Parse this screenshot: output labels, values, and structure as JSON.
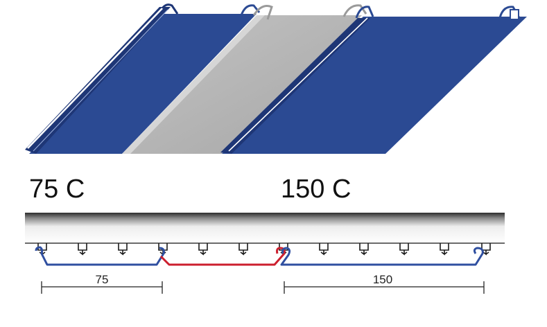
{
  "labels": {
    "profile_small": "75 C",
    "profile_large": "150 C",
    "dim_small": "75",
    "dim_large": "150"
  },
  "colors": {
    "panel_blue": "#2b4a93",
    "panel_blue_dark": "#1e3676",
    "panel_grey": "#b3b3b3",
    "clip_red": "#cc1f2e",
    "clip_blue": "#2f4fa0",
    "rail_dark": "#3a3a3a"
  }
}
